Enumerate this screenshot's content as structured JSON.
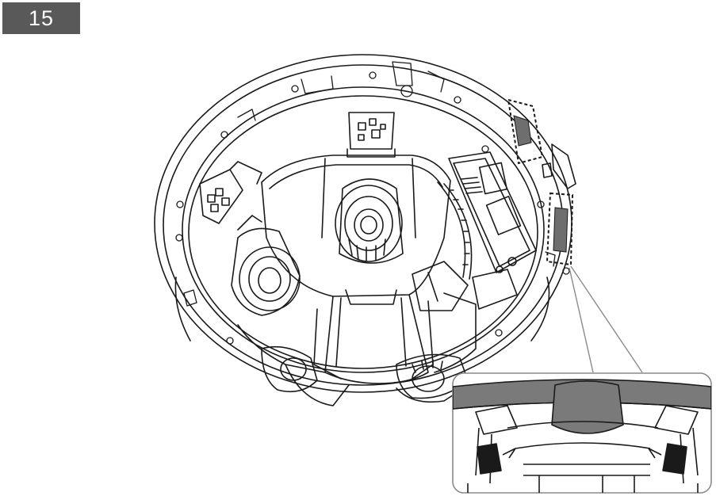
{
  "step": {
    "number": "15"
  },
  "colors": {
    "badge": "#595959",
    "badge_text": "#ffffff",
    "line": "#1a1a1a",
    "callout": "#8a8a8a",
    "shade": "#6e6e6e"
  },
  "illustration": {
    "subject": "dome-camera-interior",
    "highlighted_parts": 2,
    "detail_inset": true
  }
}
